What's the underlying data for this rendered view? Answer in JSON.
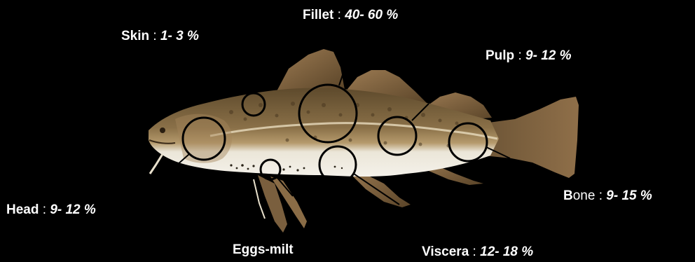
{
  "labels": {
    "fillet": {
      "name": "Fillet",
      "sep": " : ",
      "value": "40- 60 %"
    },
    "skin": {
      "name": "Skin",
      "sep": " : ",
      "value": "1- 3 %"
    },
    "pulp": {
      "name": "Pulp",
      "sep": " : ",
      "value": "9- 12 %"
    },
    "bone": {
      "name_first": "B",
      "name_rest": "one",
      "sep": " : ",
      "value": "9- 15 %"
    },
    "head": {
      "name": "Head",
      "sep": " : ",
      "value": "9- 12 %"
    },
    "eggs": {
      "name": "Eggs-milt"
    },
    "viscera": {
      "name": "Viscera",
      "sep": " : ",
      "value": "12- 18 %"
    }
  },
  "colors": {
    "background": "#000000",
    "label_text": "#ffffff",
    "marker": "#000000",
    "fish_back": "#6b5a3a",
    "fish_belly": "#f2efe6",
    "fin": "#7a5f3e"
  }
}
